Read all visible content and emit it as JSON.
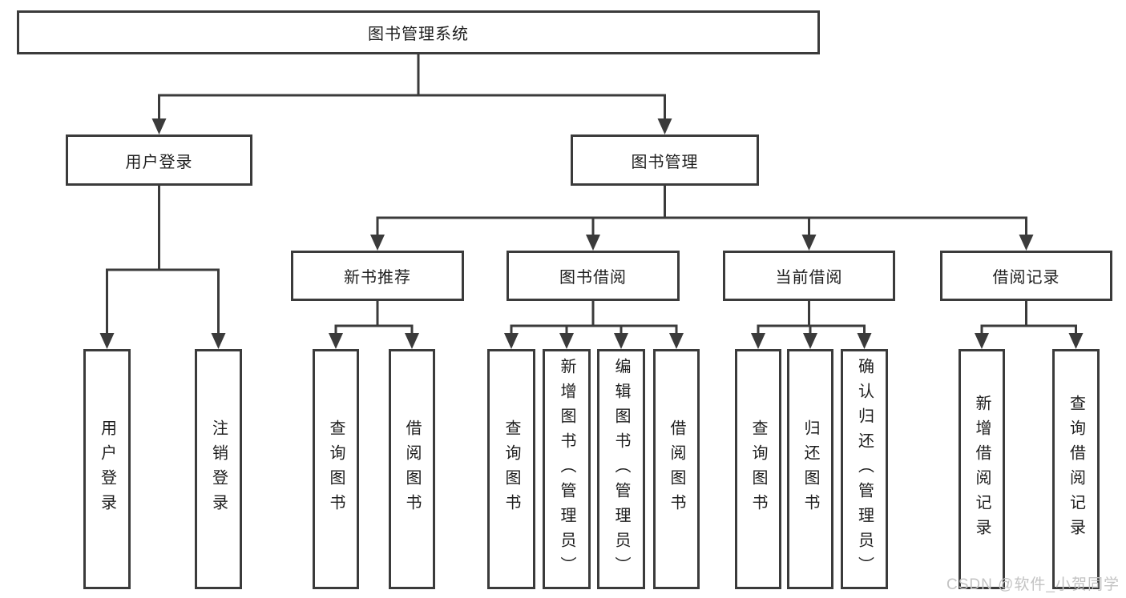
{
  "diagram": {
    "title": "图书管理系统",
    "branches": [
      {
        "label": "用户登录",
        "children": [
          {
            "label": "用户登录"
          },
          {
            "label": "注销登录"
          }
        ]
      },
      {
        "label": "图书管理",
        "children": [
          {
            "label": "新书推荐",
            "children": [
              {
                "label": "查询图书"
              },
              {
                "label": "借阅图书"
              }
            ]
          },
          {
            "label": "图书借阅",
            "children": [
              {
                "label": "查询图书"
              },
              {
                "label": "新增图书（管理员）"
              },
              {
                "label": "编辑图书（管理员）"
              },
              {
                "label": "借阅图书"
              }
            ]
          },
          {
            "label": "当前借阅",
            "children": [
              {
                "label": "查询图书"
              },
              {
                "label": "归还图书"
              },
              {
                "label": "确认归还（管理员）"
              }
            ]
          },
          {
            "label": "借阅记录",
            "children": [
              {
                "label": "新增借阅记录"
              },
              {
                "label": "查询借阅记录"
              }
            ]
          }
        ]
      }
    ]
  },
  "watermark": {
    "text": "CSDN @软件_小贺同学"
  },
  "colors": {
    "line": "#3b3b3b",
    "text": "#1e1e1e",
    "background": "#ffffff",
    "watermark": "#c3c3c3"
  }
}
